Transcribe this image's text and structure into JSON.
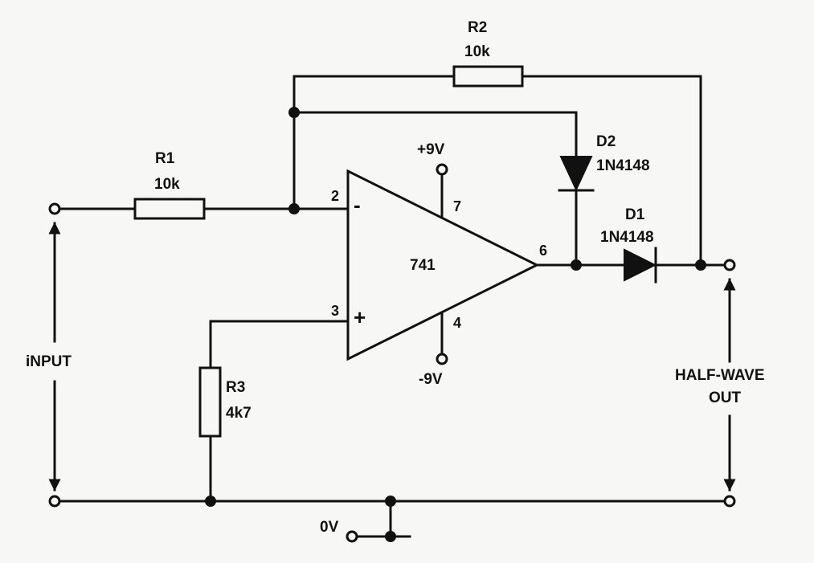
{
  "schematic": {
    "r1": {
      "name": "R1",
      "value": "10k"
    },
    "r2": {
      "name": "R2",
      "value": "10k"
    },
    "r3": {
      "name": "R3",
      "value": "4k7"
    },
    "d1": {
      "name": "D1",
      "part": "1N4148"
    },
    "d2": {
      "name": "D2",
      "part": "1N4148"
    },
    "opamp": {
      "label": "741",
      "pin_inv": "2",
      "pin_noninv": "3",
      "pin_vpos": "7",
      "pin_vneg": "4",
      "pin_out": "6",
      "sign_inv": "-",
      "sign_noninv": "+"
    },
    "supply_pos": "+9V",
    "supply_neg": "-9V",
    "input_label": "iNPUT",
    "output_label_line1": "HALF-WAVE",
    "output_label_line2": "OUT",
    "ground_label": "0V"
  }
}
